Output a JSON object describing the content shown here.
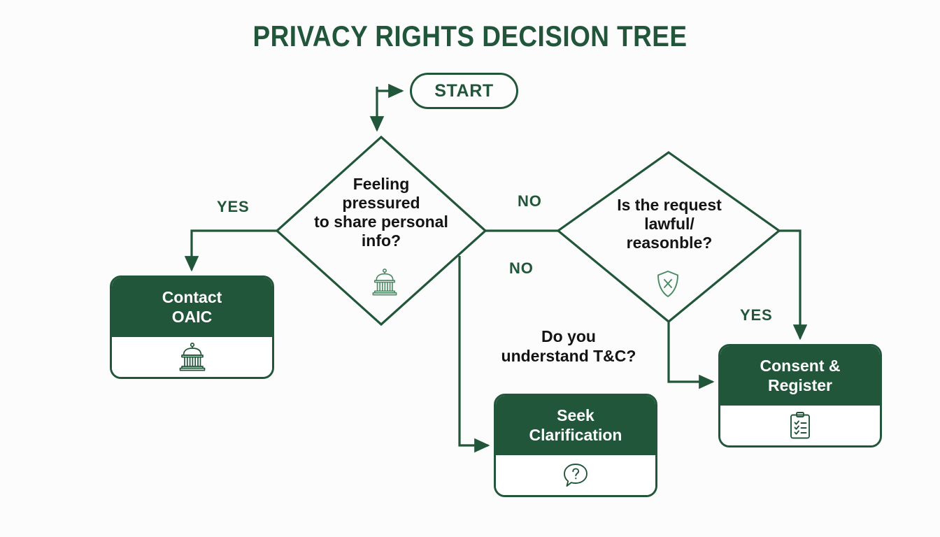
{
  "page": {
    "title": "PRIVACY RIGHTS DECISION TREE",
    "background_color": "#fcfcfc",
    "accent_color": "#22563a",
    "text_color": "#141414"
  },
  "nodes": {
    "start": {
      "label": "START",
      "shape": "pill",
      "type": "terminator"
    },
    "decision_pressure": {
      "line1": "Feeling",
      "line2": "pressured",
      "line3": "to share personal",
      "line4": "info?",
      "icon": "institution-building-icon",
      "shape": "diamond"
    },
    "decision_lawful": {
      "line1": "Is the request",
      "line2": "lawful/",
      "line3": "reasonble?",
      "icon": "shield-x-icon",
      "shape": "diamond"
    },
    "floating_question": {
      "line1": "Do you",
      "line2": "understand T&C?"
    },
    "contact_oaic": {
      "line1": "Contact",
      "line2": "OAIC",
      "icon": "institution-building-icon",
      "shape": "rounded-card"
    },
    "seek_clarification": {
      "line1": "Seek",
      "line2": "Clarification",
      "icon": "question-speech-bubble-icon",
      "shape": "rounded-card"
    },
    "consent_register": {
      "line1": "Consent &",
      "line2": "Register",
      "icon": "clipboard-checklist-icon",
      "shape": "rounded-card"
    }
  },
  "edge_labels": {
    "yes_to_oaic": "YES",
    "no_to_lawful": "NO",
    "no_to_clarification": "NO",
    "yes_to_consent": "YES"
  },
  "chart_data": {
    "type": "diagram",
    "title": "PRIVACY RIGHTS DECISION TREE",
    "nodes": [
      {
        "id": "start",
        "label": "START",
        "shape": "pill"
      },
      {
        "id": "decision_pressure",
        "label": "Feeling pressured to share personal info?",
        "shape": "diamond",
        "icon": "institution-building-icon"
      },
      {
        "id": "decision_lawful",
        "label": "Is the request lawful/ reasonble?",
        "shape": "diamond",
        "icon": "shield-x-icon"
      },
      {
        "id": "contact_oaic",
        "label": "Contact OAIC",
        "shape": "rounded-card",
        "icon": "institution-building-icon"
      },
      {
        "id": "seek_clarification",
        "label": "Seek Clarification",
        "shape": "rounded-card",
        "icon": "question-speech-bubble-icon"
      },
      {
        "id": "consent_register",
        "label": "Consent & Register",
        "shape": "rounded-card",
        "icon": "clipboard-checklist-icon"
      },
      {
        "id": "floating_question",
        "label": "Do you understand T&C?",
        "shape": "text"
      }
    ],
    "edges": [
      {
        "from": "start",
        "to": "decision_pressure",
        "label": ""
      },
      {
        "from": "decision_pressure",
        "to": "contact_oaic",
        "label": "YES"
      },
      {
        "from": "decision_pressure",
        "to": "decision_lawful",
        "label": "NO"
      },
      {
        "from": "decision_pressure",
        "to": "seek_clarification",
        "label": "NO"
      },
      {
        "from": "decision_lawful",
        "to": "consent_register",
        "label": "YES"
      },
      {
        "from": "decision_lawful",
        "to": "consent_register",
        "label": ""
      }
    ]
  }
}
